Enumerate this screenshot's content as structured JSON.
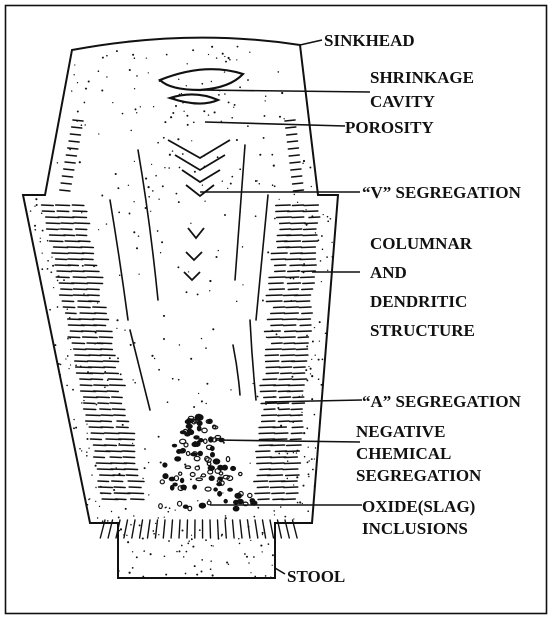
{
  "labels": {
    "sinkhead": "SINKHEAD",
    "shrinkage_1": "SHRINKAGE",
    "shrinkage_2": "CAVITY",
    "porosity": "POROSITY",
    "v_segregation": "“V” SEGREGATION",
    "columnar_1": "COLUMNAR",
    "columnar_2": "AND",
    "columnar_3": "DENDRITIC",
    "columnar_4": "STRUCTURE",
    "a_segregation": "“A” SEGREGATION",
    "negative_1": "NEGATIVE",
    "negative_2": "CHEMICAL",
    "negative_3": "SEGREGATION",
    "oxide_1": "OXIDE(SLAG)",
    "oxide_2": "INCLUSIONS",
    "stool": "STOOL"
  },
  "colors": {
    "ink": "#111111",
    "background": "#ffffff"
  }
}
